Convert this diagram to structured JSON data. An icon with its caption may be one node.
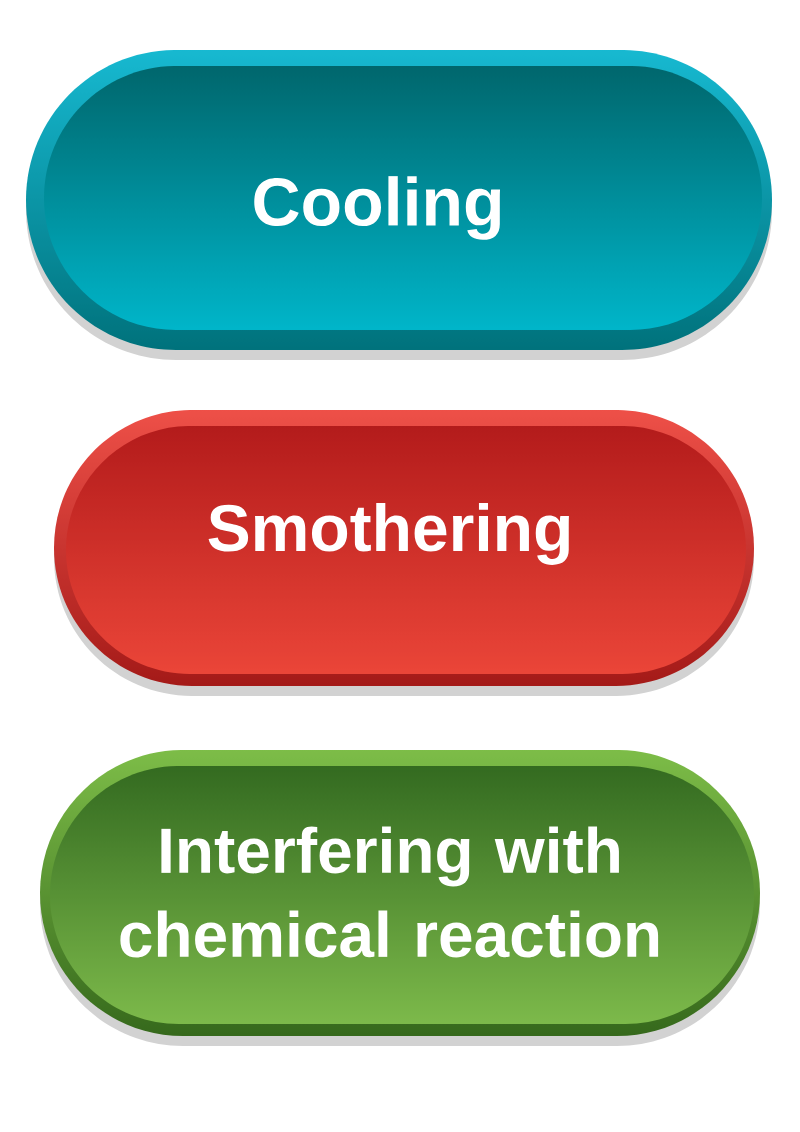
{
  "diagram": {
    "nodes": [
      {
        "text": [
          "Cooling"
        ]
      },
      {
        "text": [
          "Smothering"
        ]
      },
      {
        "text": [
          "Interfering with chemical reaction"
        ]
      }
    ]
  }
}
